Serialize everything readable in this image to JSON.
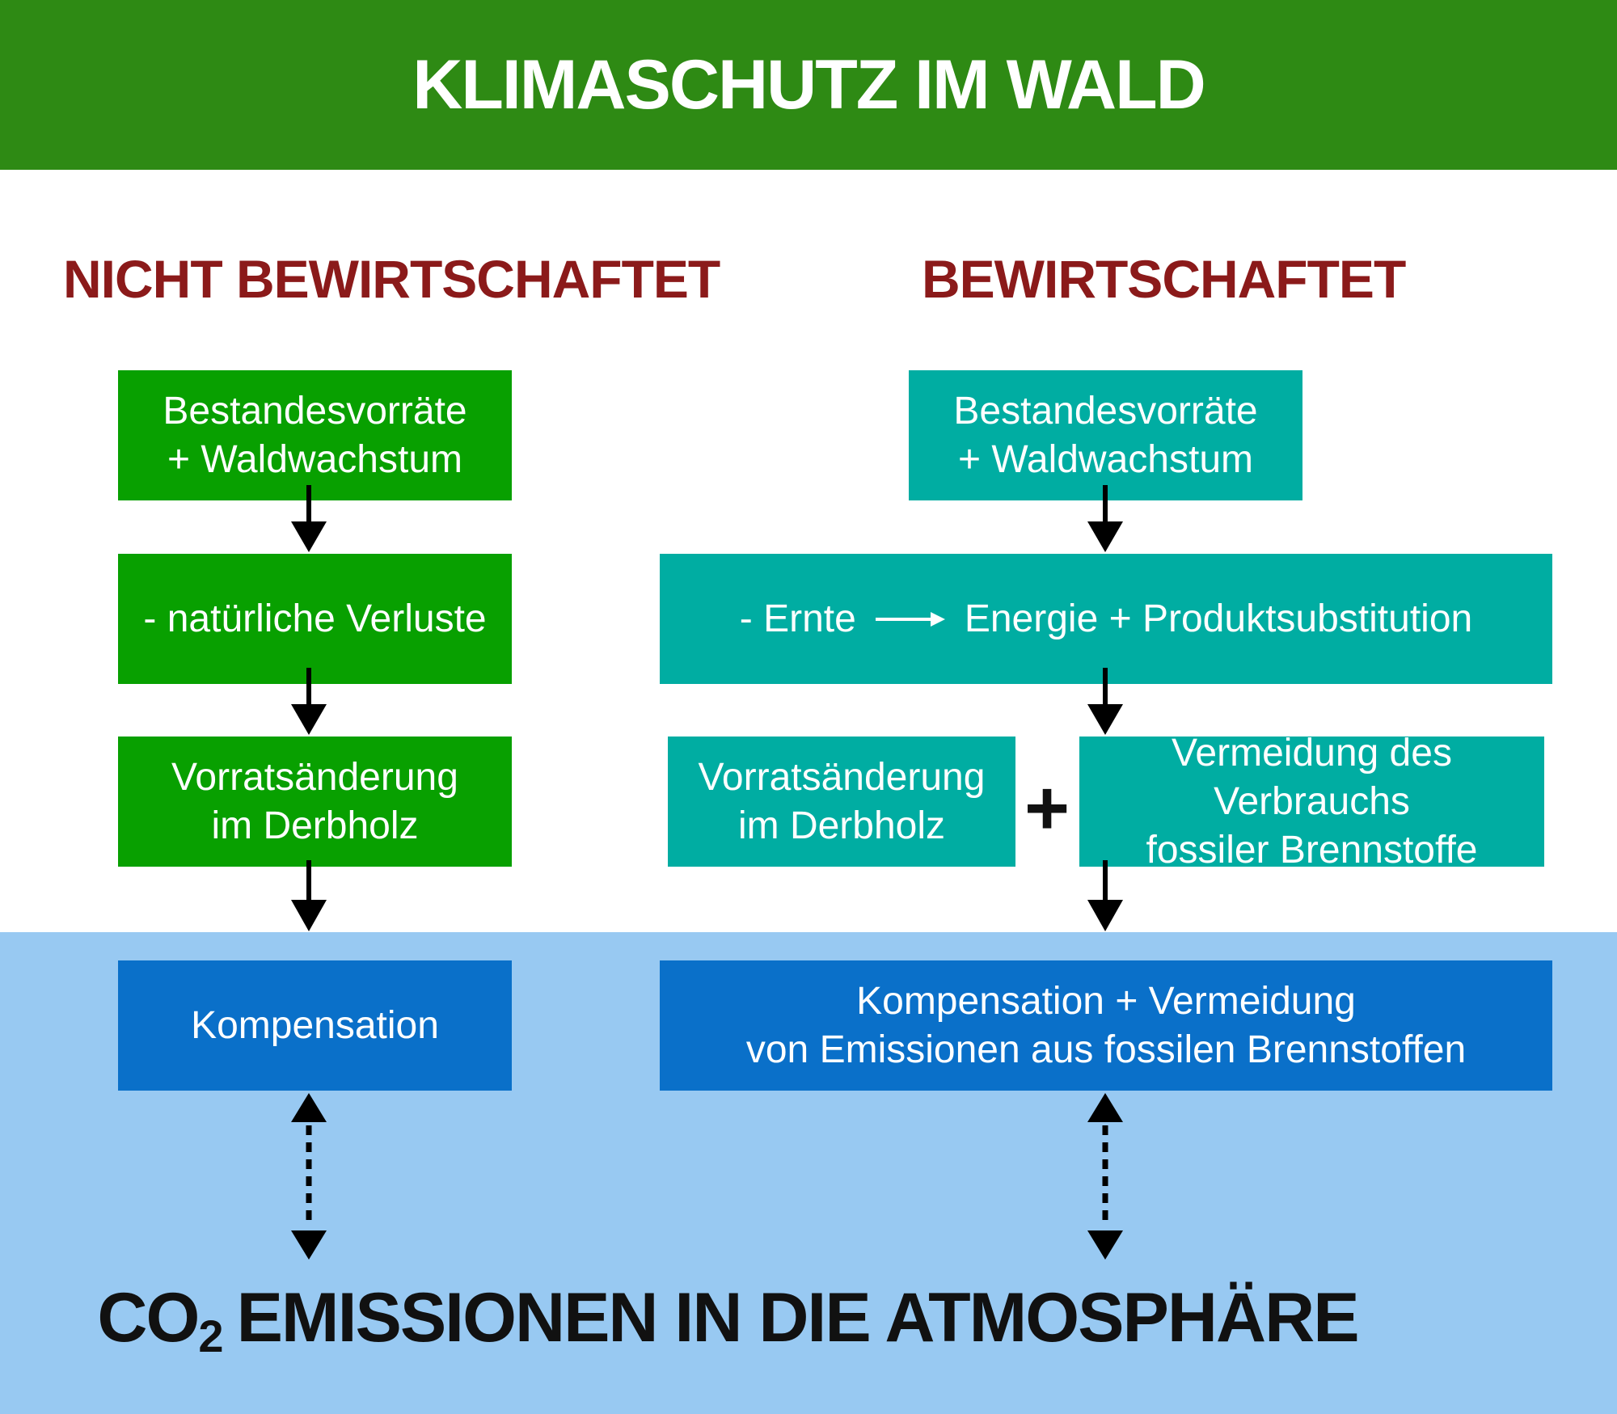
{
  "title": "KLIMASCHUTZ IM WALD",
  "left_column": {
    "heading": "NICHT BEWIRTSCHAFTET",
    "boxes": {
      "bestand": "Bestandesvorräte\n+ Waldwachstum",
      "verluste": "- natürliche Verluste",
      "vorrat": "Vorratsänderung\nim Derbholz",
      "kompensation": "Kompensation"
    }
  },
  "right_column": {
    "heading": "BEWIRTSCHAFTET",
    "boxes": {
      "bestand": "Bestandesvorräte\n+ Waldwachstum",
      "ernte": "- Ernte",
      "energie": "Energie + Produktsubstitution",
      "vorrat": "Vorratsänderung\nim Derbholz",
      "plus": "+",
      "vermeidung": "Vermeidung des Verbrauchs\nfossiler Brennstoffe",
      "kompensation": "Kompensation + Vermeidung\nvon Emissionen aus fossilen Brennstoffen"
    }
  },
  "atmosphere": {
    "co": "CO",
    "sub": "2",
    "rest": "EMISSIONEN IN DIE ATMOSPHÄRE"
  },
  "colors": {
    "header_green": "#2e8a14",
    "box_green": "#08a000",
    "box_teal": "#00ada2",
    "box_blue": "#0a70c9",
    "atmosphere_blue": "#98c9f2",
    "heading_red": "#8b1a1a"
  }
}
